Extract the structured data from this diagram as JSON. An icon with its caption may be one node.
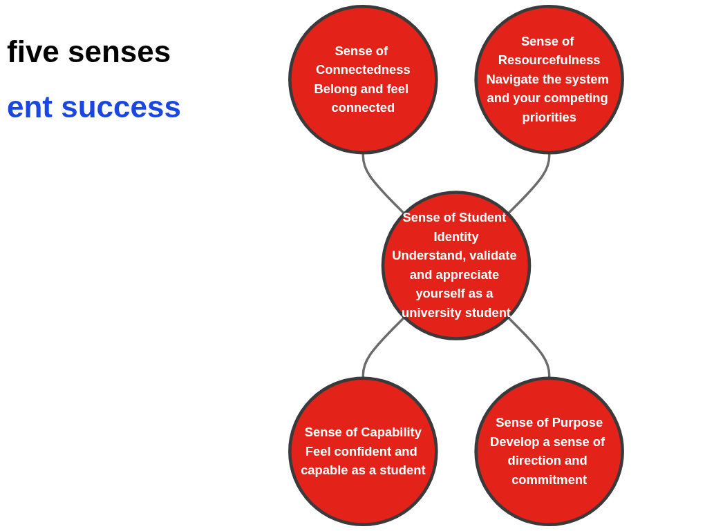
{
  "diagram": {
    "nodes": [
      {
        "text": [
          "Sense of Connectedness",
          "Belong and feel connected"
        ]
      },
      {
        "text": [
          "Sense of Resourcefulness",
          "Navigate the system and your competing priorities"
        ]
      },
      {
        "text": [
          "Sense of Student Identity",
          "Understand, validate and appreciate yourself as a university student"
        ]
      },
      {
        "text": [
          "Sense of Capability",
          "Feel confident and capable as a student"
        ]
      },
      {
        "text": [
          "Sense of Purpose",
          "Develop a sense of direction and commitment"
        ]
      }
    ],
    "edges": [
      {
        "from": 0,
        "to": 2,
        "arrow": "none"
      },
      {
        "from": 1,
        "to": 2,
        "arrow": "none"
      },
      {
        "from": 2,
        "to": 3,
        "arrow": "none"
      },
      {
        "from": 2,
        "to": 4,
        "arrow": "none"
      }
    ],
    "labels": [
      "five senses",
      "ent success"
    ]
  }
}
